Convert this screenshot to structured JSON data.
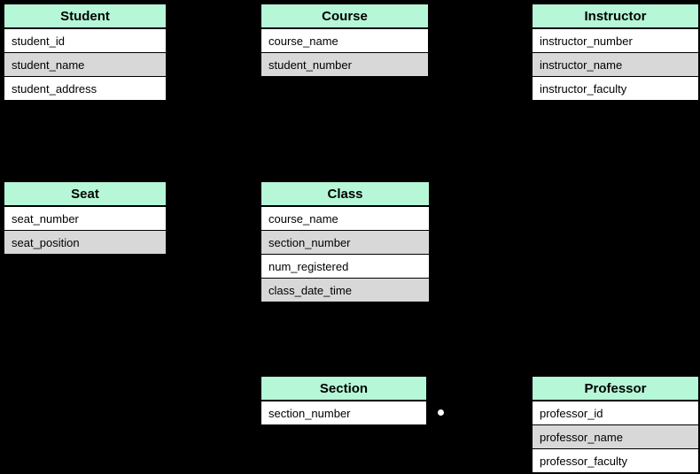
{
  "colors": {
    "background": "#000000",
    "header_fill": "#b6f7d8",
    "row_fill": "#ffffff",
    "row_alt_fill": "#d8d8d8",
    "border": "#000000",
    "dot": "#ffffff"
  },
  "entities": {
    "student": {
      "title": "Student",
      "fields": [
        "student_id",
        "student_name",
        "student_address"
      ]
    },
    "course": {
      "title": "Course",
      "fields": [
        "course_name",
        "student_number"
      ]
    },
    "instructor": {
      "title": "Instructor",
      "fields": [
        "instructor_number",
        "instructor_name",
        "instructor_faculty"
      ]
    },
    "seat": {
      "title": "Seat",
      "fields": [
        "seat_number",
        "seat_position"
      ]
    },
    "class": {
      "title": "Class",
      "fields": [
        "course_name",
        "section_number",
        "num_registered",
        "class_date_time"
      ]
    },
    "section": {
      "title": "Section",
      "fields": [
        "section_number"
      ]
    },
    "professor": {
      "title": "Professor",
      "fields": [
        "professor_id",
        "professor_name",
        "professor_faculty"
      ]
    }
  }
}
